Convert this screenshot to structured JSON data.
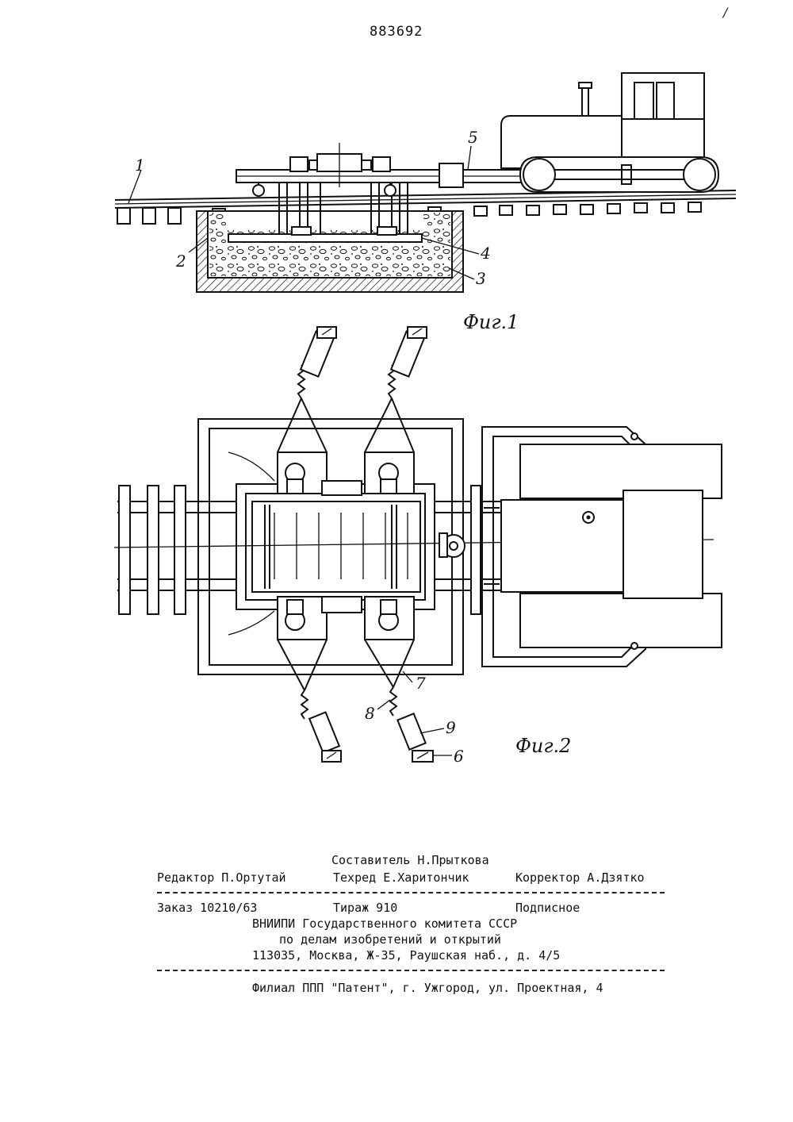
{
  "header": {
    "patent_number": "883692",
    "page_mark": "/"
  },
  "figures": {
    "fig1": {
      "caption": "Фиг.1",
      "labels": [
        "1",
        "2",
        "3",
        "4",
        "5"
      ]
    },
    "fig2": {
      "caption": "Фиг.2",
      "labels": [
        "6",
        "7",
        "8",
        "9"
      ]
    }
  },
  "imprint": {
    "compiler": "Составитель Н.Прыткова",
    "editor": "Редактор П.Ортутай",
    "techred": "Техред Е.Харитончик",
    "corrector": "Корректор А.Дзятко",
    "order": "Заказ 10210/63",
    "circulation": "Тираж 910",
    "subscription": "Подписное",
    "org_line1": "ВНИИПИ Государственного комитета СССР",
    "org_line2": "по делам изобретений и открытий",
    "address": "113035, Москва, Ж-35, Раушская наб., д. 4/5",
    "branch": "Филиал ППП \"Патент\", г. Ужгород, ул. Проектная, 4"
  }
}
